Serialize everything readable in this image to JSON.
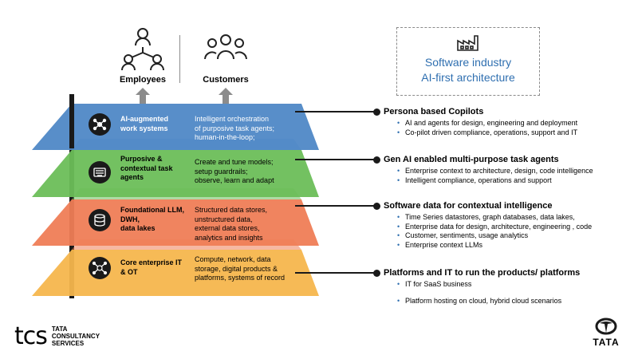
{
  "personas": {
    "employees": {
      "label": "Employees",
      "icon": "people-hierarchy-icon"
    },
    "customers": {
      "label": "Customers",
      "icon": "people-group-icon"
    }
  },
  "title_box": {
    "line1": "Software industry",
    "line2": "AI-first architecture",
    "color": "#2f6fb0"
  },
  "layers": [
    {
      "title_line1": "AI-augmented",
      "title_line2": "work systems",
      "title_line3": "",
      "desc": [
        "Intelligent orchestration",
        "of purposive task agents;",
        "human-in-the-loop;",
        ""
      ],
      "color": "#4f88c6",
      "icon": "network-nodes-icon"
    },
    {
      "title_line1": "Purposive &",
      "title_line2": "contextual task",
      "title_line3": "agents",
      "desc": [
        "Create and tune models;",
        "setup guardrails;",
        "observe, learn and adapt",
        ""
      ],
      "color": "#6cbe59",
      "icon": "keyboard-icon"
    },
    {
      "title_line1": "Foundational LLM,",
      "title_line2": "DWH,",
      "title_line3": "data lakes",
      "desc": [
        "Structured data stores,",
        "unstructured data,",
        "external data stores,",
        "analytics and insights"
      ],
      "color": "#ef7d56",
      "icon": "database-icon"
    },
    {
      "title_line1": "Core enterprise IT",
      "title_line2": "& OT",
      "title_line3": "",
      "desc": [
        "Compute, network, data",
        "storage, digital products &",
        "platforms, systems of record",
        ""
      ],
      "color": "#f5b64d",
      "icon": "hub-icon"
    }
  ],
  "sections": [
    {
      "heading": "Persona based Copilots",
      "bullets": [
        "AI and agents for design, engineering and deployment",
        "Co-pilot driven compliance, operations, support and IT"
      ]
    },
    {
      "heading": "Gen AI enabled multi-purpose task agents",
      "bullets": [
        "Enterprise context to architecture, design, code intelligence",
        "Intelligent compliance, operations and support"
      ]
    },
    {
      "heading": "Software data for contextual intelligence",
      "bullets": [
        "Time Series datastores, graph databases, data lakes,",
        "Enterprise data for design, architecture, engineering , code",
        "Customer, sentiments, usage analytics",
        "Enterprise context LLMs"
      ]
    },
    {
      "heading": "Platforms and IT to run the products/ platforms",
      "bullets": [
        "IT for SaaS business",
        "Platform hosting on cloud, hybrid cloud scenarios"
      ]
    }
  ],
  "logos": {
    "tcs_mark": "tcs",
    "tcs_words": [
      "TATA",
      "CONSULTANCY",
      "SERVICES"
    ],
    "tata_word": "TATA"
  }
}
